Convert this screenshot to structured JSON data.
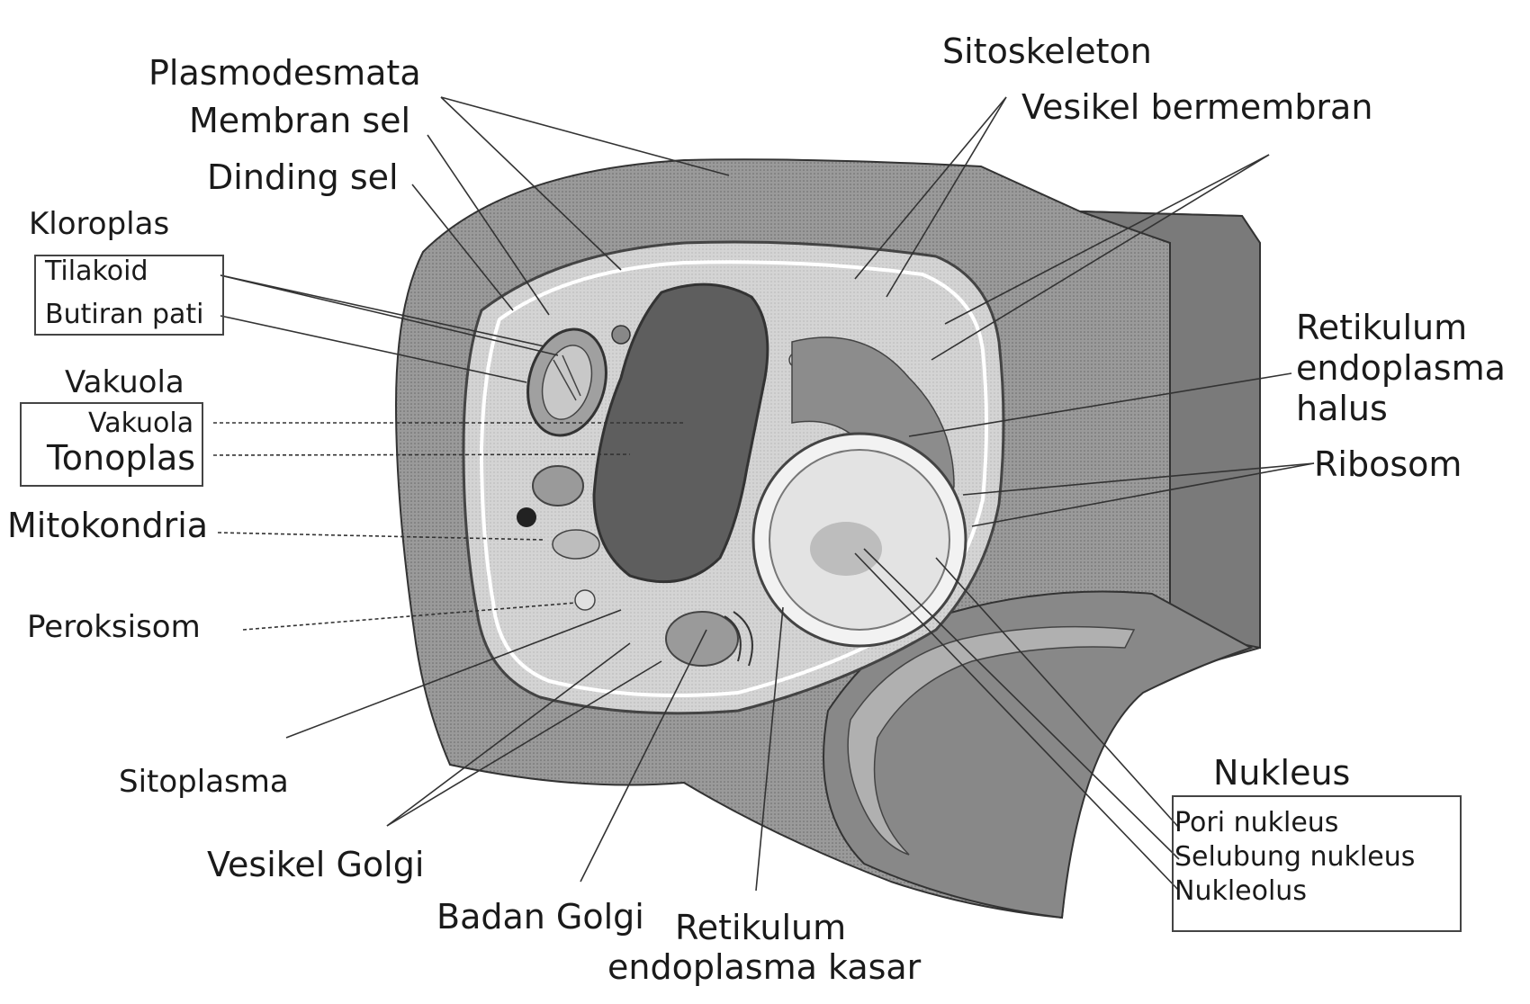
{
  "labels": {
    "plasmodesmata": "Plasmodesmata",
    "membran_sel": "Membran sel",
    "dinding_sel": "Dinding sel",
    "kloroplas": "Kloroplas",
    "tilakoid": "Tilakoid",
    "butiran_pati": "Butiran pati",
    "vakuola_group": "Vakuola",
    "vakuola": "Vakuola",
    "tonoplas": "Tonoplas",
    "mitokondria": "Mitokondria",
    "peroksisom": "Peroksisom",
    "sitoplasma": "Sitoplasma",
    "vesikel_golgi": "Vesikel Golgi",
    "badan_golgi": "Badan Golgi",
    "rek_line1": "Retikulum",
    "rek_line2": "endoplasma kasar",
    "sitoskeleton": "Sitoskeleton",
    "vesikel_bermembran": "Vesikel bermembran",
    "reh_line1": "Retikulum",
    "reh_line2": "endoplasma",
    "reh_line3": "halus",
    "ribosom": "Ribosom",
    "nukleus": "Nukleus",
    "pori_nukleus": "Pori nukleus",
    "selubung_nukleus": "Selubung nukleus",
    "nukleolus": "Nukleolus"
  },
  "colors": {
    "wall": "#8a8a8a",
    "wall_dark": "#6f6f6f",
    "cytoplasm": "#d2d2d2",
    "vacuole": "#5e5e5e",
    "nucleus": "#e6e6e6",
    "line": "#333333"
  }
}
